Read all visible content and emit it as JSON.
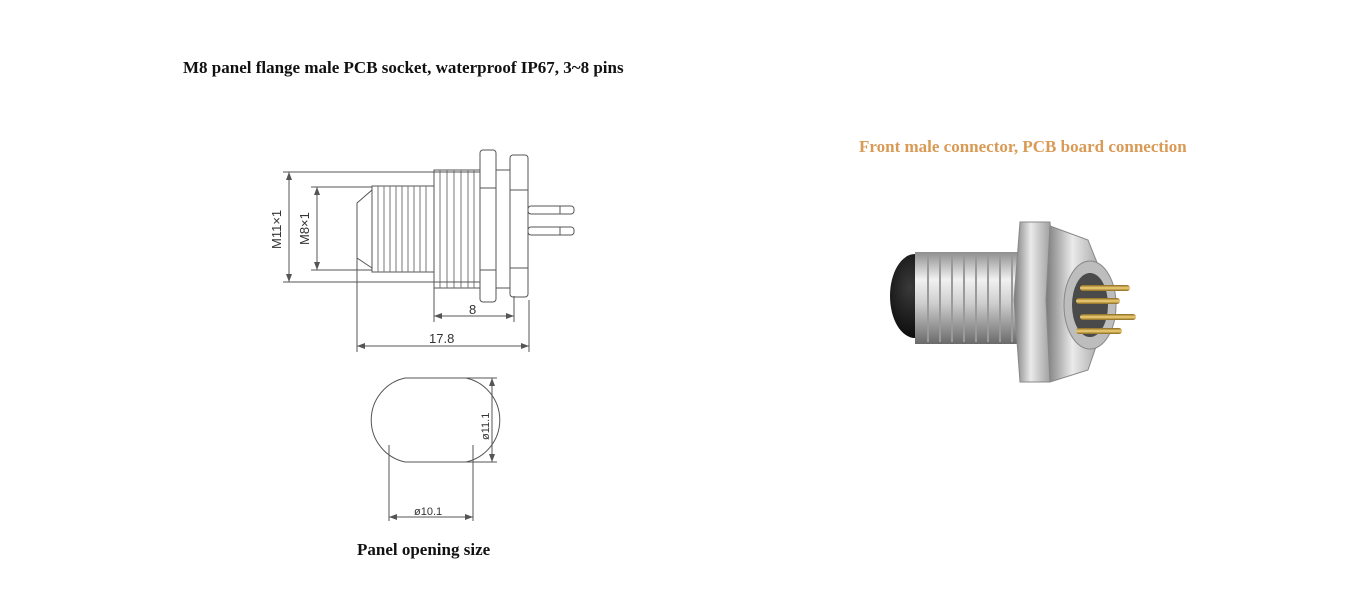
{
  "page": {
    "title": "M8 panel flange male PCB socket, waterproof IP67, 3~8 pins",
    "photo_caption": "Front male connector, PCB board connection",
    "panel_caption": "Panel opening size"
  },
  "dimensions": {
    "outer_thread": "M11×1",
    "inner_thread": "M8×1",
    "thread_length": "8",
    "total_length": "17.8",
    "opening_height": "ø11.1",
    "opening_width": "ø10.1"
  },
  "colors": {
    "caption_accent": "#d99a55",
    "line": "#555555",
    "metal": "#c9c9c9"
  }
}
